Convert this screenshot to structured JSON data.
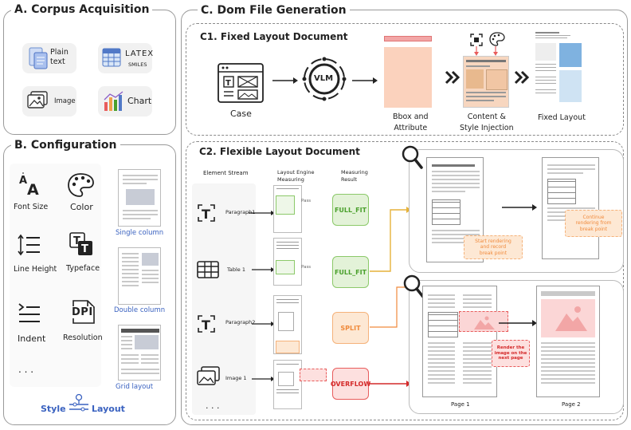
{
  "panel_a": {
    "title": "A. Corpus Acquisition",
    "items": [
      {
        "label": "Plain\ntext"
      },
      {
        "label": "LATEX"
      },
      {
        "label": "SMILES"
      },
      {
        "label": "Image"
      },
      {
        "label": "Chart"
      }
    ]
  },
  "panel_b": {
    "title": "B. Configuration",
    "style_items": [
      {
        "label": "Font Size"
      },
      {
        "label": "Color"
      },
      {
        "label": "Line Height"
      },
      {
        "label": "Typeface"
      },
      {
        "label": "Indent"
      },
      {
        "label": "Resolution"
      },
      {
        "label": ". . ."
      }
    ],
    "dpi_text": "DPI",
    "layout_items": [
      {
        "label": "Single column"
      },
      {
        "label": "Double column"
      },
      {
        "label": "Grid layout"
      }
    ],
    "footer_style": "Style",
    "footer_layout": "Layout"
  },
  "panel_c": {
    "title": "C. Dom File Generation",
    "c1": {
      "title": "C1. Fixed Layout Document",
      "case_label": "Case",
      "vlm_label": "VLM",
      "bbox_label": "Bbox and\nAttribute",
      "inject_label": "Content &\nStyle Injection",
      "fixed_label": "Fixed Layout"
    },
    "c2": {
      "title": "C2. Flexible Layout Document",
      "col_headers": [
        "Element Stream",
        "Layout Engine\nMeasuring",
        "Measuring\nResult"
      ],
      "elements": [
        {
          "label": "Paragraph1",
          "result": "FULL_FIT"
        },
        {
          "label": "Table 1",
          "result": "FULL_FIT"
        },
        {
          "label": "Paragraph2",
          "result": "SPLIT"
        },
        {
          "label": "Image 1",
          "result": "OVERFLOW"
        }
      ],
      "pass_label": "Pass",
      "more": ". . .",
      "note_start": "Start rendering\nand record\nbreak point",
      "note_continue": "Continue\nrendering from\nbreak point",
      "note_render": "Render the\nimage on the\nnext page",
      "page1": "Page 1",
      "page2": "Page 2"
    }
  },
  "colors": {
    "full_fit_bg": "#e3f2d8",
    "full_fit_border": "#8cc96a",
    "full_fit_text": "#4aa02c",
    "split_bg": "#fde8d4",
    "split_border": "#f5b27a",
    "split_text": "#f08a3c",
    "overflow_bg": "#fde0df",
    "overflow_border": "#e85c5c",
    "overflow_text": "#d42a2a",
    "accent_blue": "#3a62c0",
    "salmon": "#f7cbb2"
  }
}
